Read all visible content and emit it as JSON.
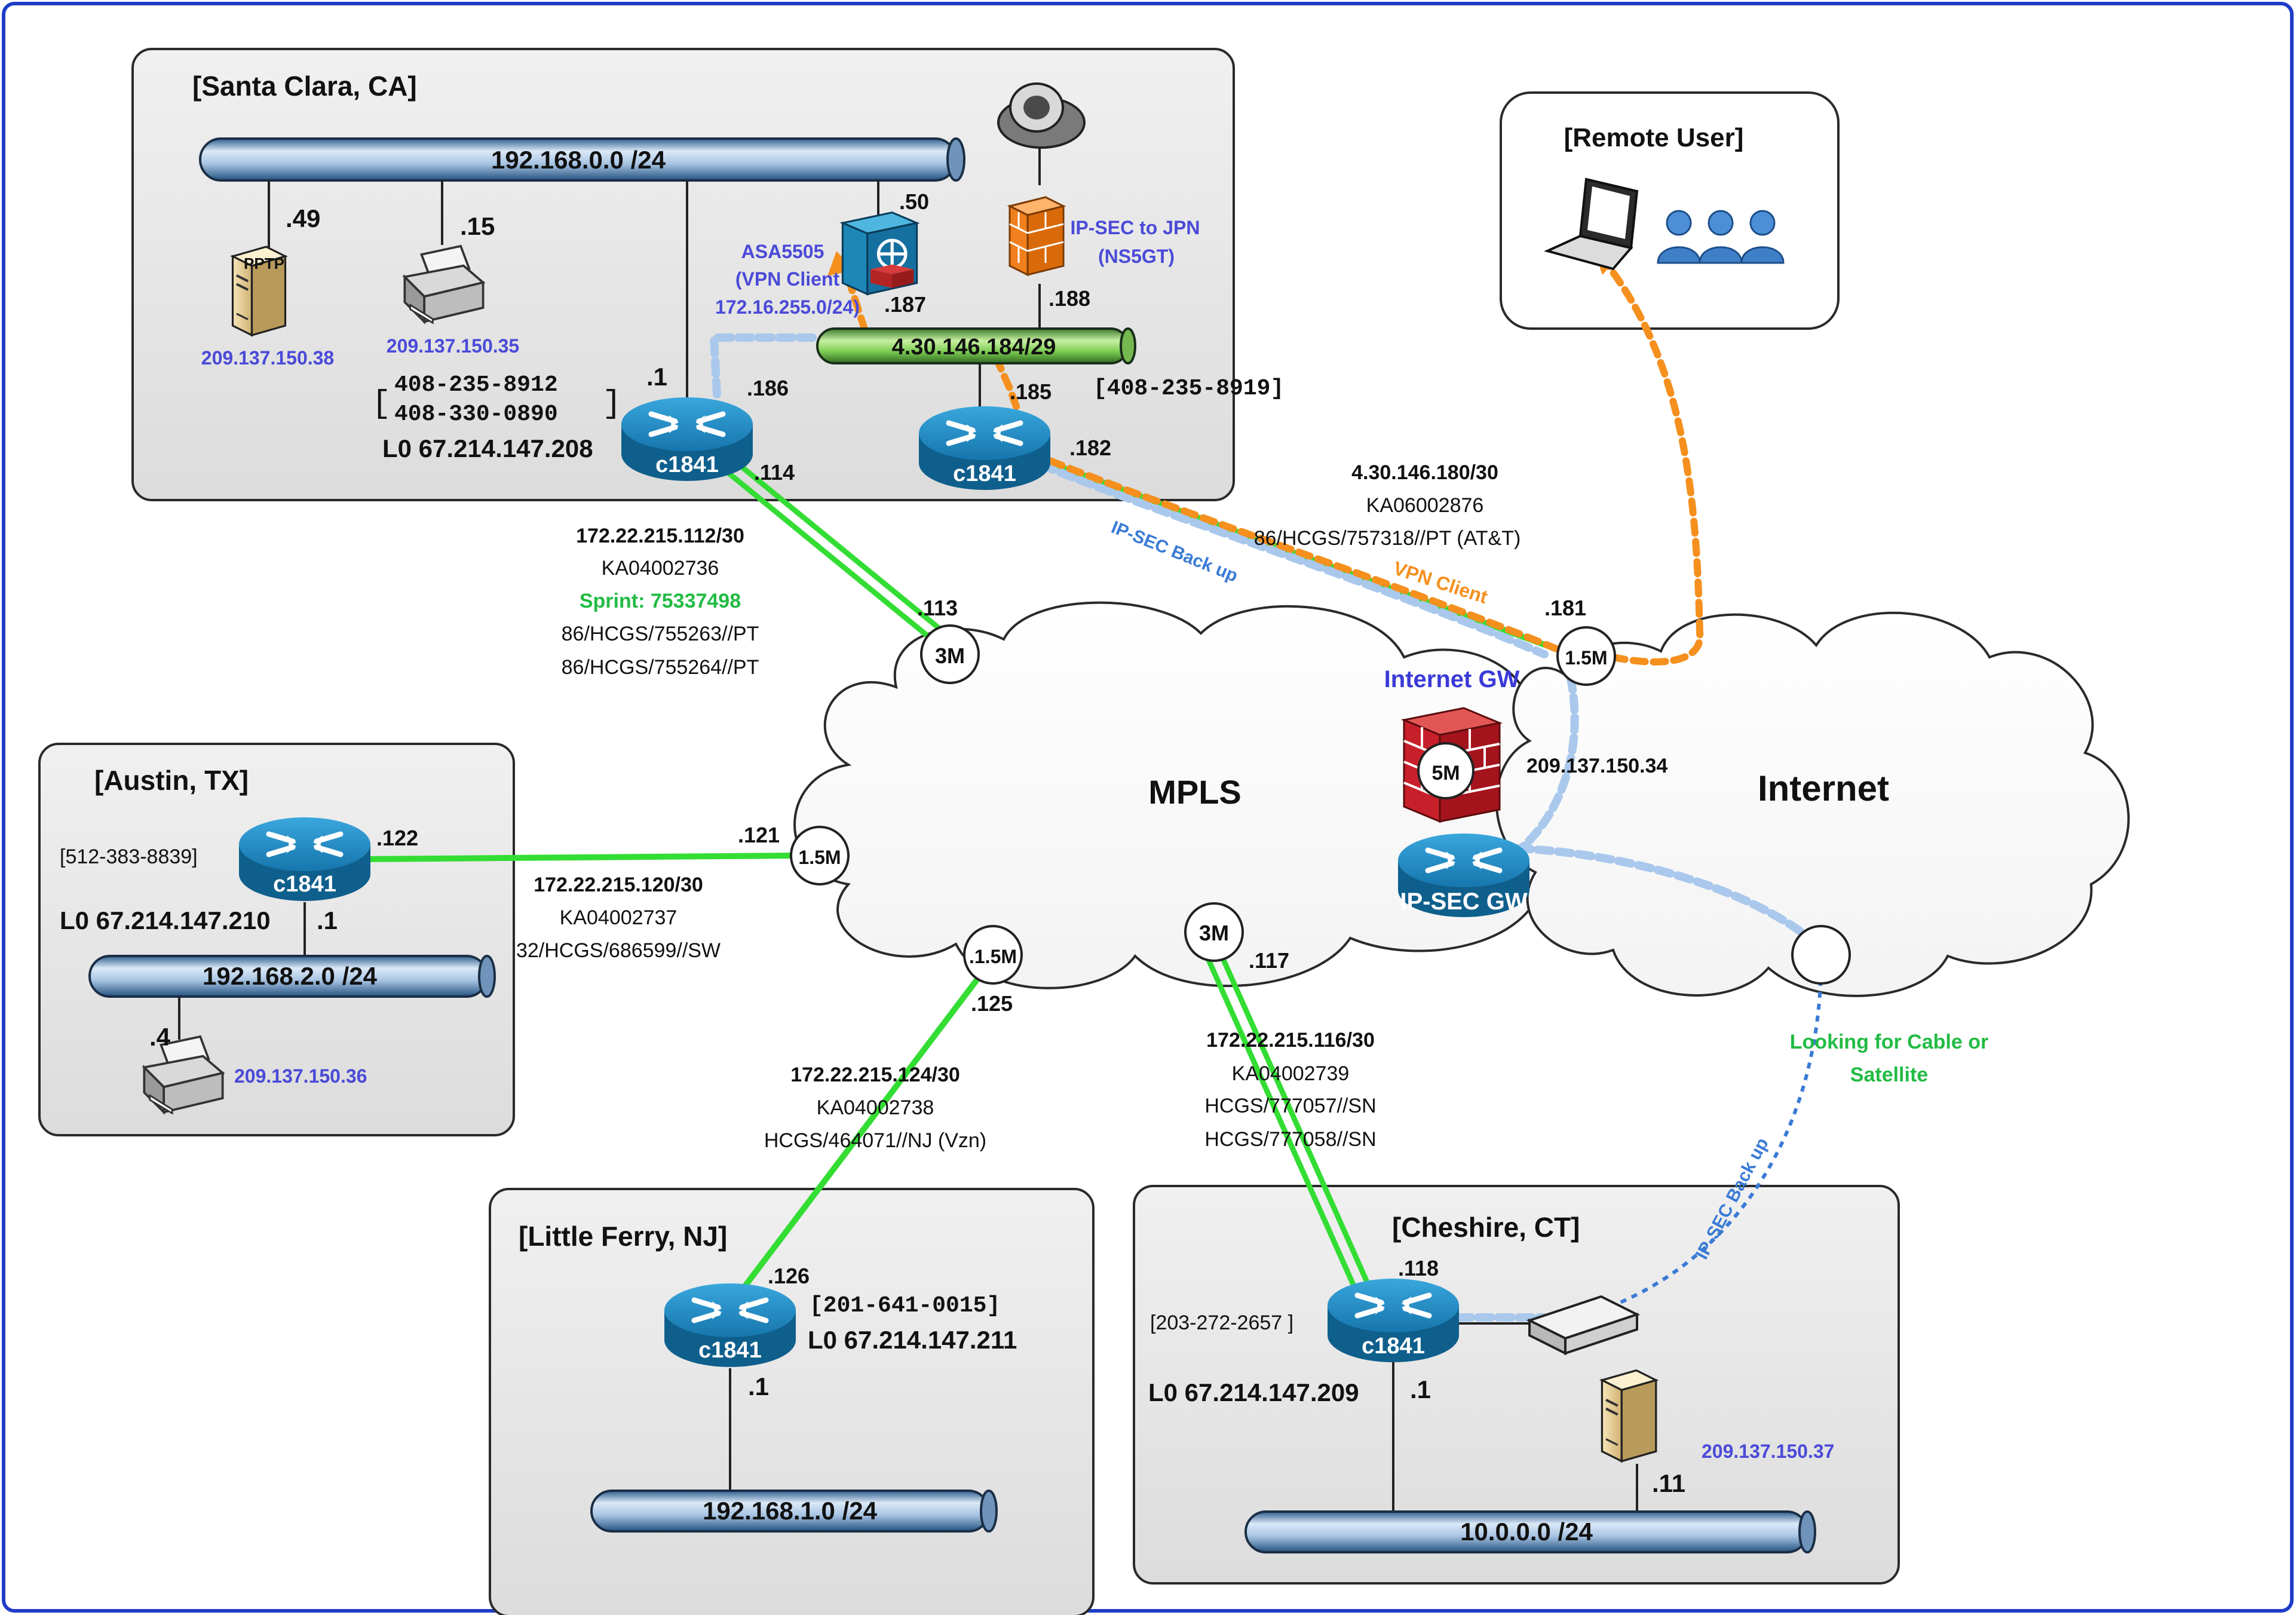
{
  "colors": {
    "accent_link": "#33dd33",
    "vpn_orange": "#f5901e",
    "ipsec_blue": "#3a7bd5",
    "label_blue": "#4a4ad8",
    "label_green": "#22bb44",
    "router_blue": "#1a7fb8",
    "firewall_red": "#c8202a",
    "frame_blue": "#1e3cc8"
  },
  "sites": {
    "santa_clara": {
      "title": "[Santa Clara, CA]",
      "lan": "192.168.0.0 /24",
      "pptp_host": ".49",
      "pptp_label": "PPTP",
      "pptp_ip": "209.137.150.38",
      "printer_host": ".15",
      "printer_ip": "209.137.150.35",
      "asa_host": ".50",
      "asa_name": "ASA5505",
      "asa_role": "(VPN Client",
      "asa_net": "172.16.255.0/24)",
      "asa_link": ".187",
      "ns_name": "IP-SEC to JPN",
      "ns_model": "(NS5GT)",
      "ns_link": ".188",
      "dmz": "4.30.146.184/29",
      "phone_a": "408-235-8912",
      "phone_b": "408-330-0890",
      "phone_c": "[408-235-8919]",
      "r1_lan": ".1",
      "r1_dmz": ".186",
      "r1_name": "c1841",
      "r1_wan": ".114",
      "loopback": "L0 67.214.147.208",
      "r2_dmz": ".185",
      "r2_name": "c1841",
      "r2_wan": ".182"
    },
    "remote": {
      "title": "[Remote User]"
    },
    "austin": {
      "title": "[Austin, TX]",
      "phone": "[512-383-8839]",
      "router": "c1841",
      "wan": ".122",
      "lan_if": ".1",
      "loopback": "L0 67.214.147.210",
      "lan": "192.168.2.0 /24",
      "printer_host": ".4",
      "printer_ip": "209.137.150.36"
    },
    "little_ferry": {
      "title": "[Little Ferry, NJ]",
      "wan": ".126",
      "router": "c1841",
      "phone": "[201-641-0015]",
      "loopback": "L0 67.214.147.211",
      "lan_if": ".1",
      "lan": "192.168.1.0 /24"
    },
    "cheshire": {
      "title": "[Cheshire, CT]",
      "wan": ".118",
      "phone": "[203-272-2657 ]",
      "router": "c1841",
      "loopback": "L0 67.214.147.209",
      "lan_if": ".1",
      "server_ip": "209.137.150.37",
      "server_host": ".11",
      "lan": "10.0.0.0 /24"
    }
  },
  "links": {
    "sc_mpls": {
      "net": "172.22.215.112/30",
      "circuit": "KA04002736",
      "carrier": "Sprint: 75337498",
      "id1": "86/HCGS/755263//PT",
      "id2": "86/HCGS/755264//PT",
      "far": ".113",
      "speed": "3M"
    },
    "sc_inet": {
      "net": "4.30.146.180/30",
      "circuit": "KA06002876",
      "id": "86/HCGS/757318//PT (AT&T)",
      "far": ".181",
      "speed": "1.5M",
      "vpn_label": "VPN Client",
      "ipsec_label": "IP-SEC  Back up"
    },
    "austin": {
      "net": "172.22.215.120/30",
      "circuit": "KA04002737",
      "id": "32/HCGS/686599//SW",
      "far": ".121",
      "speed": "1.5M"
    },
    "lf": {
      "speed": ".1.5M",
      "far": ".125",
      "net": "172.22.215.124/30",
      "circuit": "KA04002738",
      "id": "HCGS/464071//NJ (Vzn)"
    },
    "cheshire": {
      "speed": "3M",
      "far": ".117",
      "net": "172.22.215.116/30",
      "circuit": "KA04002739",
      "id1": "HCGS/777057//SN",
      "id2": "HCGS/777058//SN"
    },
    "cable": {
      "label1": "Looking for Cable or",
      "label2": "Satellite",
      "ipsec_label": "IP-SEC Back up"
    }
  },
  "clouds": {
    "mpls": "MPLS",
    "internet": "Internet",
    "inet_gw": "Internet GW",
    "gw_speed": "5M",
    "gw_ip": "209.137.150.34",
    "ipsec_gw": "IP-SEC GW"
  }
}
